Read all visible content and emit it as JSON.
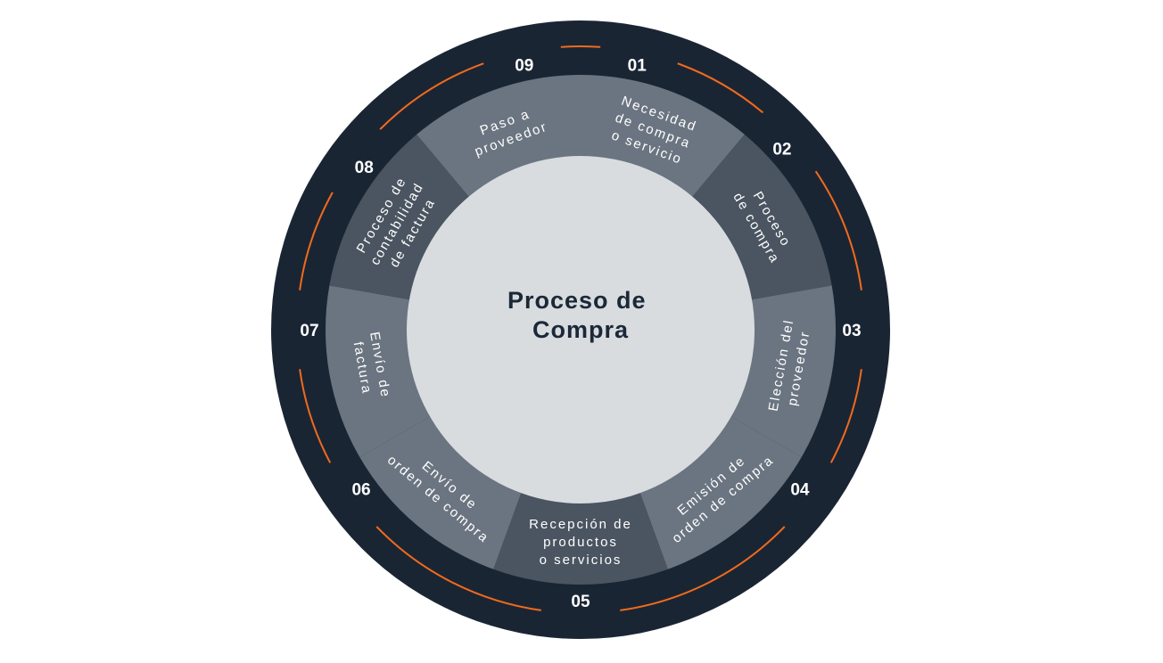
{
  "center": {
    "lines": [
      "Proceso de",
      "Compra"
    ]
  },
  "colors": {
    "outer_ring": "#1a2534",
    "arc": "#f26a1b",
    "segment_light": "#6b7581",
    "segment_dark": "#4a5561",
    "segment_mid": "#5d6773",
    "center": "#d8dcdf",
    "center_text": "#1b2838",
    "text": "#ffffff"
  },
  "steps": [
    {
      "number": "01",
      "lines": [
        "Necesidad",
        "de compra",
        "o servicio"
      ]
    },
    {
      "number": "02",
      "lines": [
        "Proceso",
        "de compra"
      ]
    },
    {
      "number": "03",
      "lines": [
        "Elección del",
        "proveedor"
      ]
    },
    {
      "number": "04",
      "lines": [
        "Emisión de",
        "orden de compra"
      ]
    },
    {
      "number": "05",
      "lines": [
        "Recepción de",
        "productos",
        "o servicios"
      ]
    },
    {
      "number": "06",
      "lines": [
        "Envío de",
        "orden de compra"
      ]
    },
    {
      "number": "07",
      "lines": [
        "Envío de",
        "factura"
      ]
    },
    {
      "number": "08",
      "lines": [
        "Proceso de",
        "contabilidad",
        "de factura"
      ]
    },
    {
      "number": "09",
      "lines": [
        "Paso a",
        "proveedor"
      ]
    }
  ]
}
